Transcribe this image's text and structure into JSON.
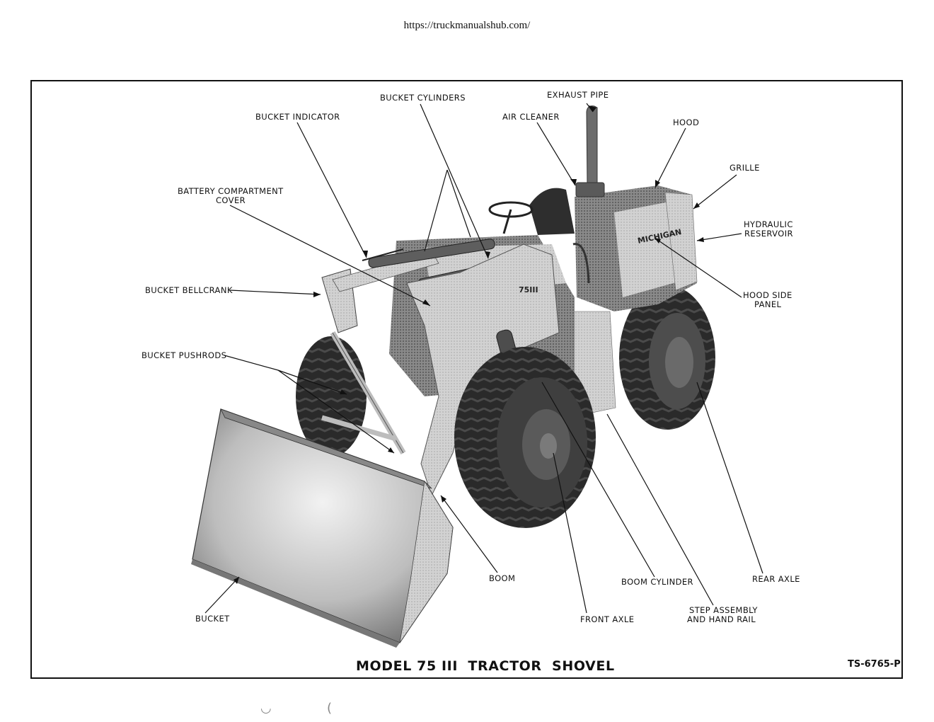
{
  "source_url": "https://truckmanualshub.com/",
  "caption": "MODEL 75 III  TRACTOR  SHOVEL",
  "figure_id": "TS-6765-P",
  "logo_text": "MICHIGAN",
  "boom_badge": "75III",
  "labels": {
    "exhaust_pipe": "EXHAUST PIPE",
    "bucket_cylinders": "BUCKET CYLINDERS",
    "bucket_indicator": "BUCKET INDICATOR",
    "air_cleaner": "AIR CLEANER",
    "hood": "HOOD",
    "grille": "GRILLE",
    "battery_cover_1": "BATTERY COMPARTMENT",
    "battery_cover_2": "COVER",
    "hydraulic_reservoir_1": "HYDRAULIC",
    "hydraulic_reservoir_2": "RESERVOIR",
    "bucket_bellcrank": "BUCKET BELLCRANK",
    "hood_side_panel_1": "HOOD SIDE",
    "hood_side_panel_2": "PANEL",
    "bucket_pushrods": "BUCKET PUSHRODS",
    "boom": "BOOM",
    "boom_cylinder": "BOOM CYLINDER",
    "rear_axle": "REAR AXLE",
    "step_assembly_1": "STEP ASSEMBLY",
    "step_assembly_2": "AND HAND RAIL",
    "front_axle": "FRONT AXLE",
    "bucket": "BUCKET"
  }
}
